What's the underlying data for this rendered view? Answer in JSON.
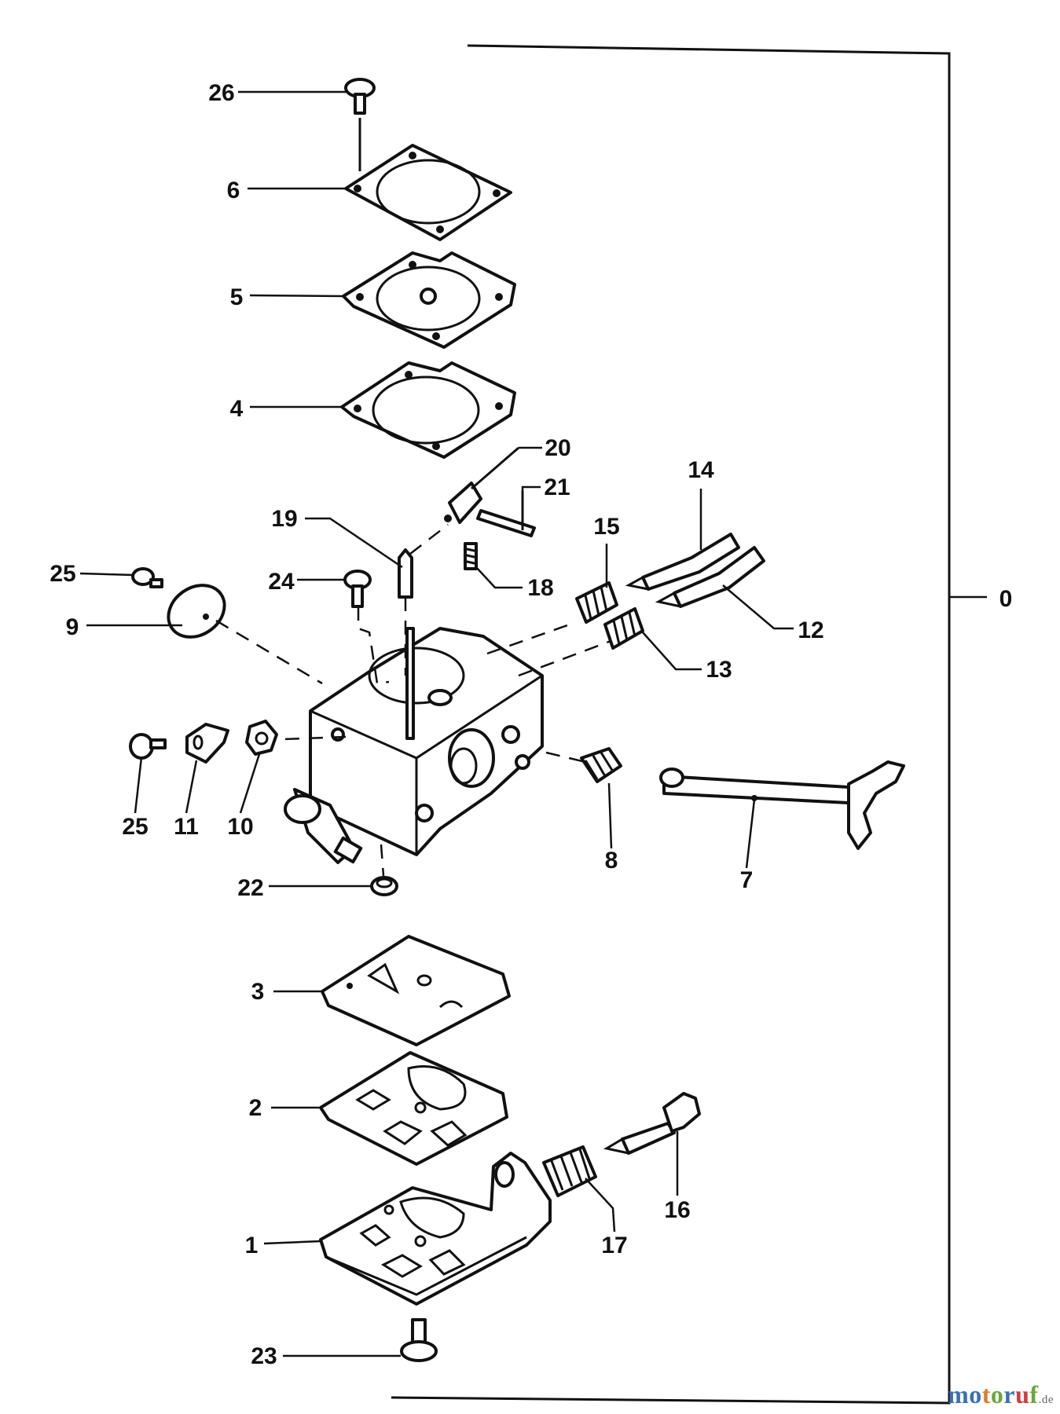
{
  "parts": [
    {
      "label": "26"
    },
    {
      "label": "6"
    },
    {
      "label": "5"
    },
    {
      "label": "4"
    },
    {
      "label": "20"
    },
    {
      "label": "21"
    },
    {
      "label": "14"
    },
    {
      "label": "19"
    },
    {
      "label": "15"
    },
    {
      "label": "25"
    },
    {
      "label": "24"
    },
    {
      "label": "18"
    },
    {
      "label": "0"
    },
    {
      "label": "9"
    },
    {
      "label": "12"
    },
    {
      "label": "13"
    },
    {
      "label": "25"
    },
    {
      "label": "11"
    },
    {
      "label": "10"
    },
    {
      "label": "8"
    },
    {
      "label": "7"
    },
    {
      "label": "22"
    },
    {
      "label": "3"
    },
    {
      "label": "2"
    },
    {
      "label": "16"
    },
    {
      "label": "17"
    },
    {
      "label": "1"
    },
    {
      "label": "23"
    }
  ],
  "watermark": {
    "text": "motoruf",
    "suffix": ".de",
    "letter_colors": [
      "#3a6fb5",
      "#3a6fb5",
      "#e07b2a",
      "#6aa83a",
      "#3a6fb5",
      "#d23a3a",
      "#6aa83a"
    ]
  }
}
